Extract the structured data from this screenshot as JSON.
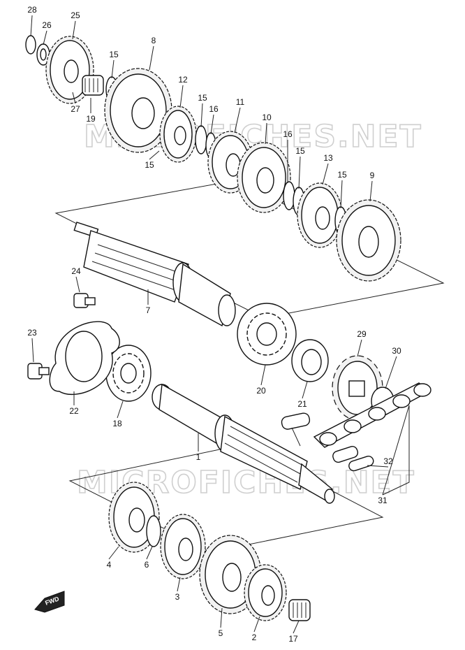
{
  "watermark": "MICROFICHES.NET",
  "fwd_label": "FWD",
  "callouts": [
    {
      "id": "28"
    },
    {
      "id": "26"
    },
    {
      "id": "25"
    },
    {
      "id": "27"
    },
    {
      "id": "19"
    },
    {
      "id": "15"
    },
    {
      "id": "8"
    },
    {
      "id": "12"
    },
    {
      "id": "15b",
      "text": "15"
    },
    {
      "id": "16"
    },
    {
      "id": "15c",
      "text": "15"
    },
    {
      "id": "11"
    },
    {
      "id": "10"
    },
    {
      "id": "16b",
      "text": "16"
    },
    {
      "id": "15d",
      "text": "15"
    },
    {
      "id": "13"
    },
    {
      "id": "15e",
      "text": "15"
    },
    {
      "id": "9"
    },
    {
      "id": "7"
    },
    {
      "id": "24"
    },
    {
      "id": "23"
    },
    {
      "id": "22"
    },
    {
      "id": "18"
    },
    {
      "id": "20"
    },
    {
      "id": "21"
    },
    {
      "id": "29"
    },
    {
      "id": "30"
    },
    {
      "id": "1"
    },
    {
      "id": "32"
    },
    {
      "id": "31"
    },
    {
      "id": "4"
    },
    {
      "id": "6"
    },
    {
      "id": "3"
    },
    {
      "id": "5"
    },
    {
      "id": "2"
    },
    {
      "id": "17"
    }
  ]
}
